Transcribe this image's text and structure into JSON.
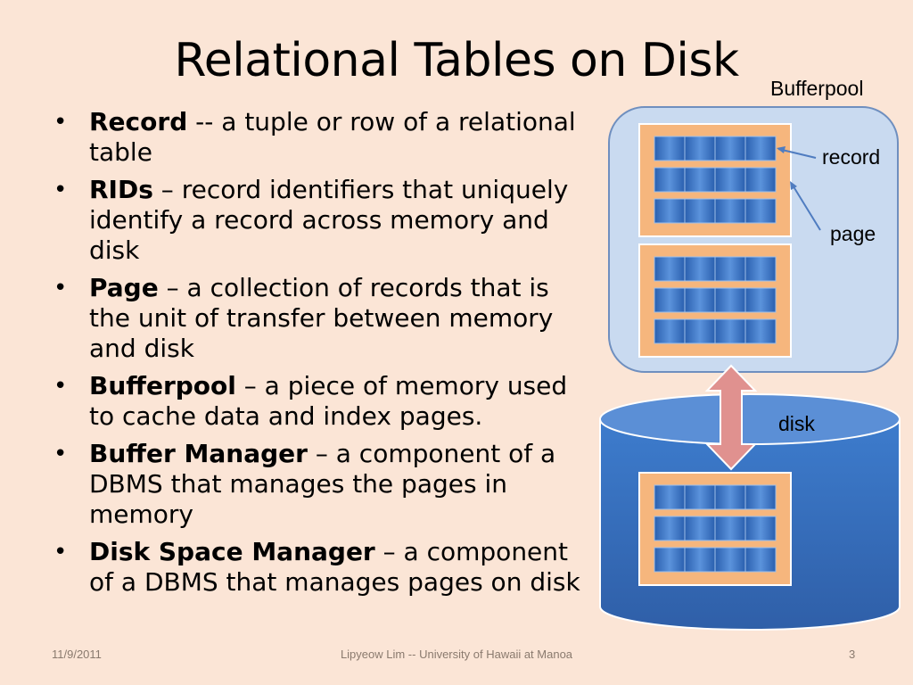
{
  "title": "Relational Tables on Disk",
  "bullets": [
    {
      "term": "Record",
      "desc": "  -- a tuple or row of a relational table"
    },
    {
      "term": "RIDs",
      "desc": " – record identifiers that uniquely identify a record across memory and disk"
    },
    {
      "term": "Page",
      "desc": " – a collection of records that is the unit of transfer between memory and disk"
    },
    {
      "term": "Bufferpool",
      "desc": " – a piece of memory used to cache data and index pages."
    },
    {
      "term": "Buffer Manager",
      "desc": " – a component of a DBMS that manages the pages in memory"
    },
    {
      "term": "Disk Space Manager",
      "desc": " – a component of a DBMS that manages pages on disk"
    }
  ],
  "diagram": {
    "bufferpool_label": "Bufferpool",
    "record_label": "record",
    "page_label": "page",
    "disk_label": "disk"
  },
  "footer": {
    "date": "11/9/2011",
    "author": "Lipyeow Lim -- University of Hawaii at Manoa",
    "page_number": "3"
  },
  "colors": {
    "background": "#fbe5d6",
    "bufferpool_fill": "#c9daf0",
    "page_fill": "#f6b67d",
    "record_fill": "#3a74c2",
    "disk_fill": "#3a6fbf",
    "arrow_fill": "#e0918f"
  }
}
